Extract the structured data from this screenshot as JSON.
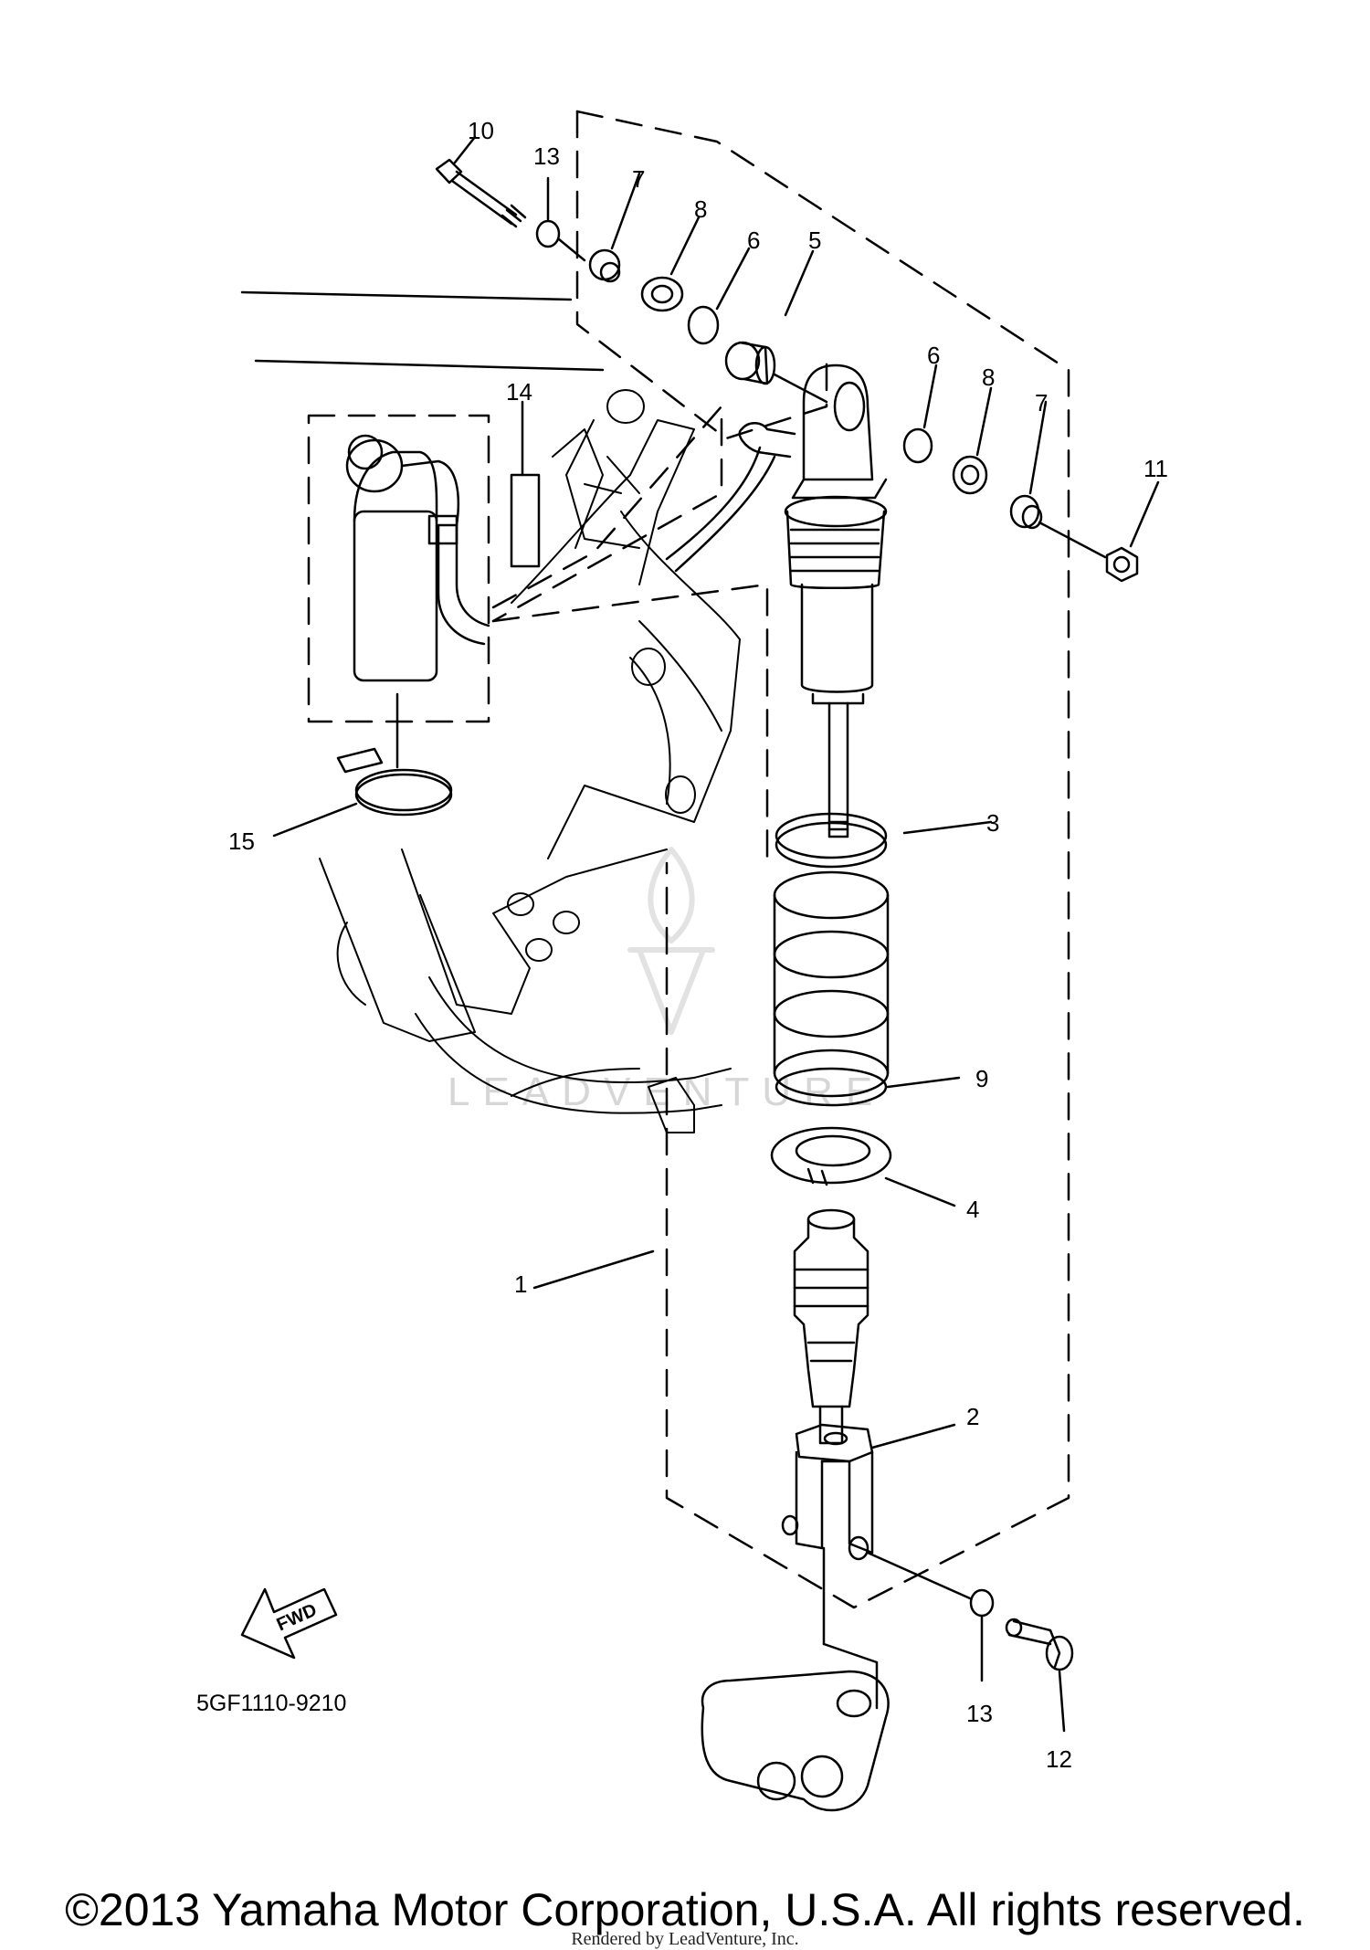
{
  "diagram": {
    "part_code": "5GF1110-9210",
    "direction_label": "FWD",
    "watermark_text": "LEADVENTURE",
    "callouts": [
      "1",
      "2",
      "3",
      "4",
      "5",
      "6",
      "6",
      "7",
      "7",
      "8",
      "8",
      "9",
      "10",
      "11",
      "12",
      "13",
      "13",
      "14",
      "15"
    ]
  },
  "footer": {
    "copyright": "©2013 Yamaha Motor Corporation, U.S.A. All rights reserved.",
    "rendered_by": "Rendered by LeadVenture, Inc."
  },
  "colors": {
    "line": "#000000",
    "background": "#ffffff",
    "watermark": "#d6d6d6"
  }
}
